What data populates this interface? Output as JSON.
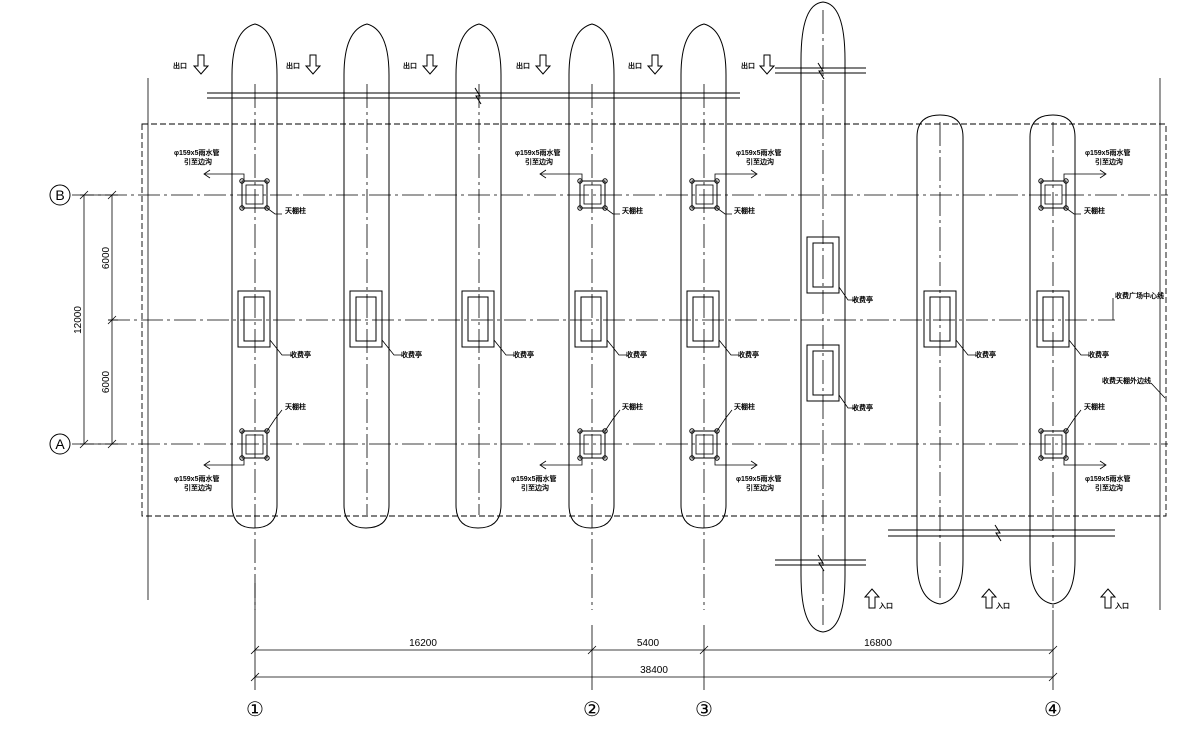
{
  "labels": {
    "exit": "出口",
    "entrance": "入口",
    "canopy_column": "天棚柱",
    "toll_booth": "收费亭",
    "pipe_line1": "φ159x5雨水管",
    "pipe_line2": "引至边沟",
    "plaza_centerline": "收费广场中心线",
    "canopy_edge": "收费天棚外边线"
  },
  "axes": {
    "rows": [
      "B",
      "A"
    ],
    "cols": [
      "①",
      "②",
      "③",
      "④"
    ]
  },
  "dimensions": {
    "vertical_total": "12000",
    "vertical_upper": "6000",
    "vertical_lower": "6000",
    "span_1_2": "16200",
    "span_2_3": "5400",
    "span_3_4": "16800",
    "total": "38400"
  }
}
